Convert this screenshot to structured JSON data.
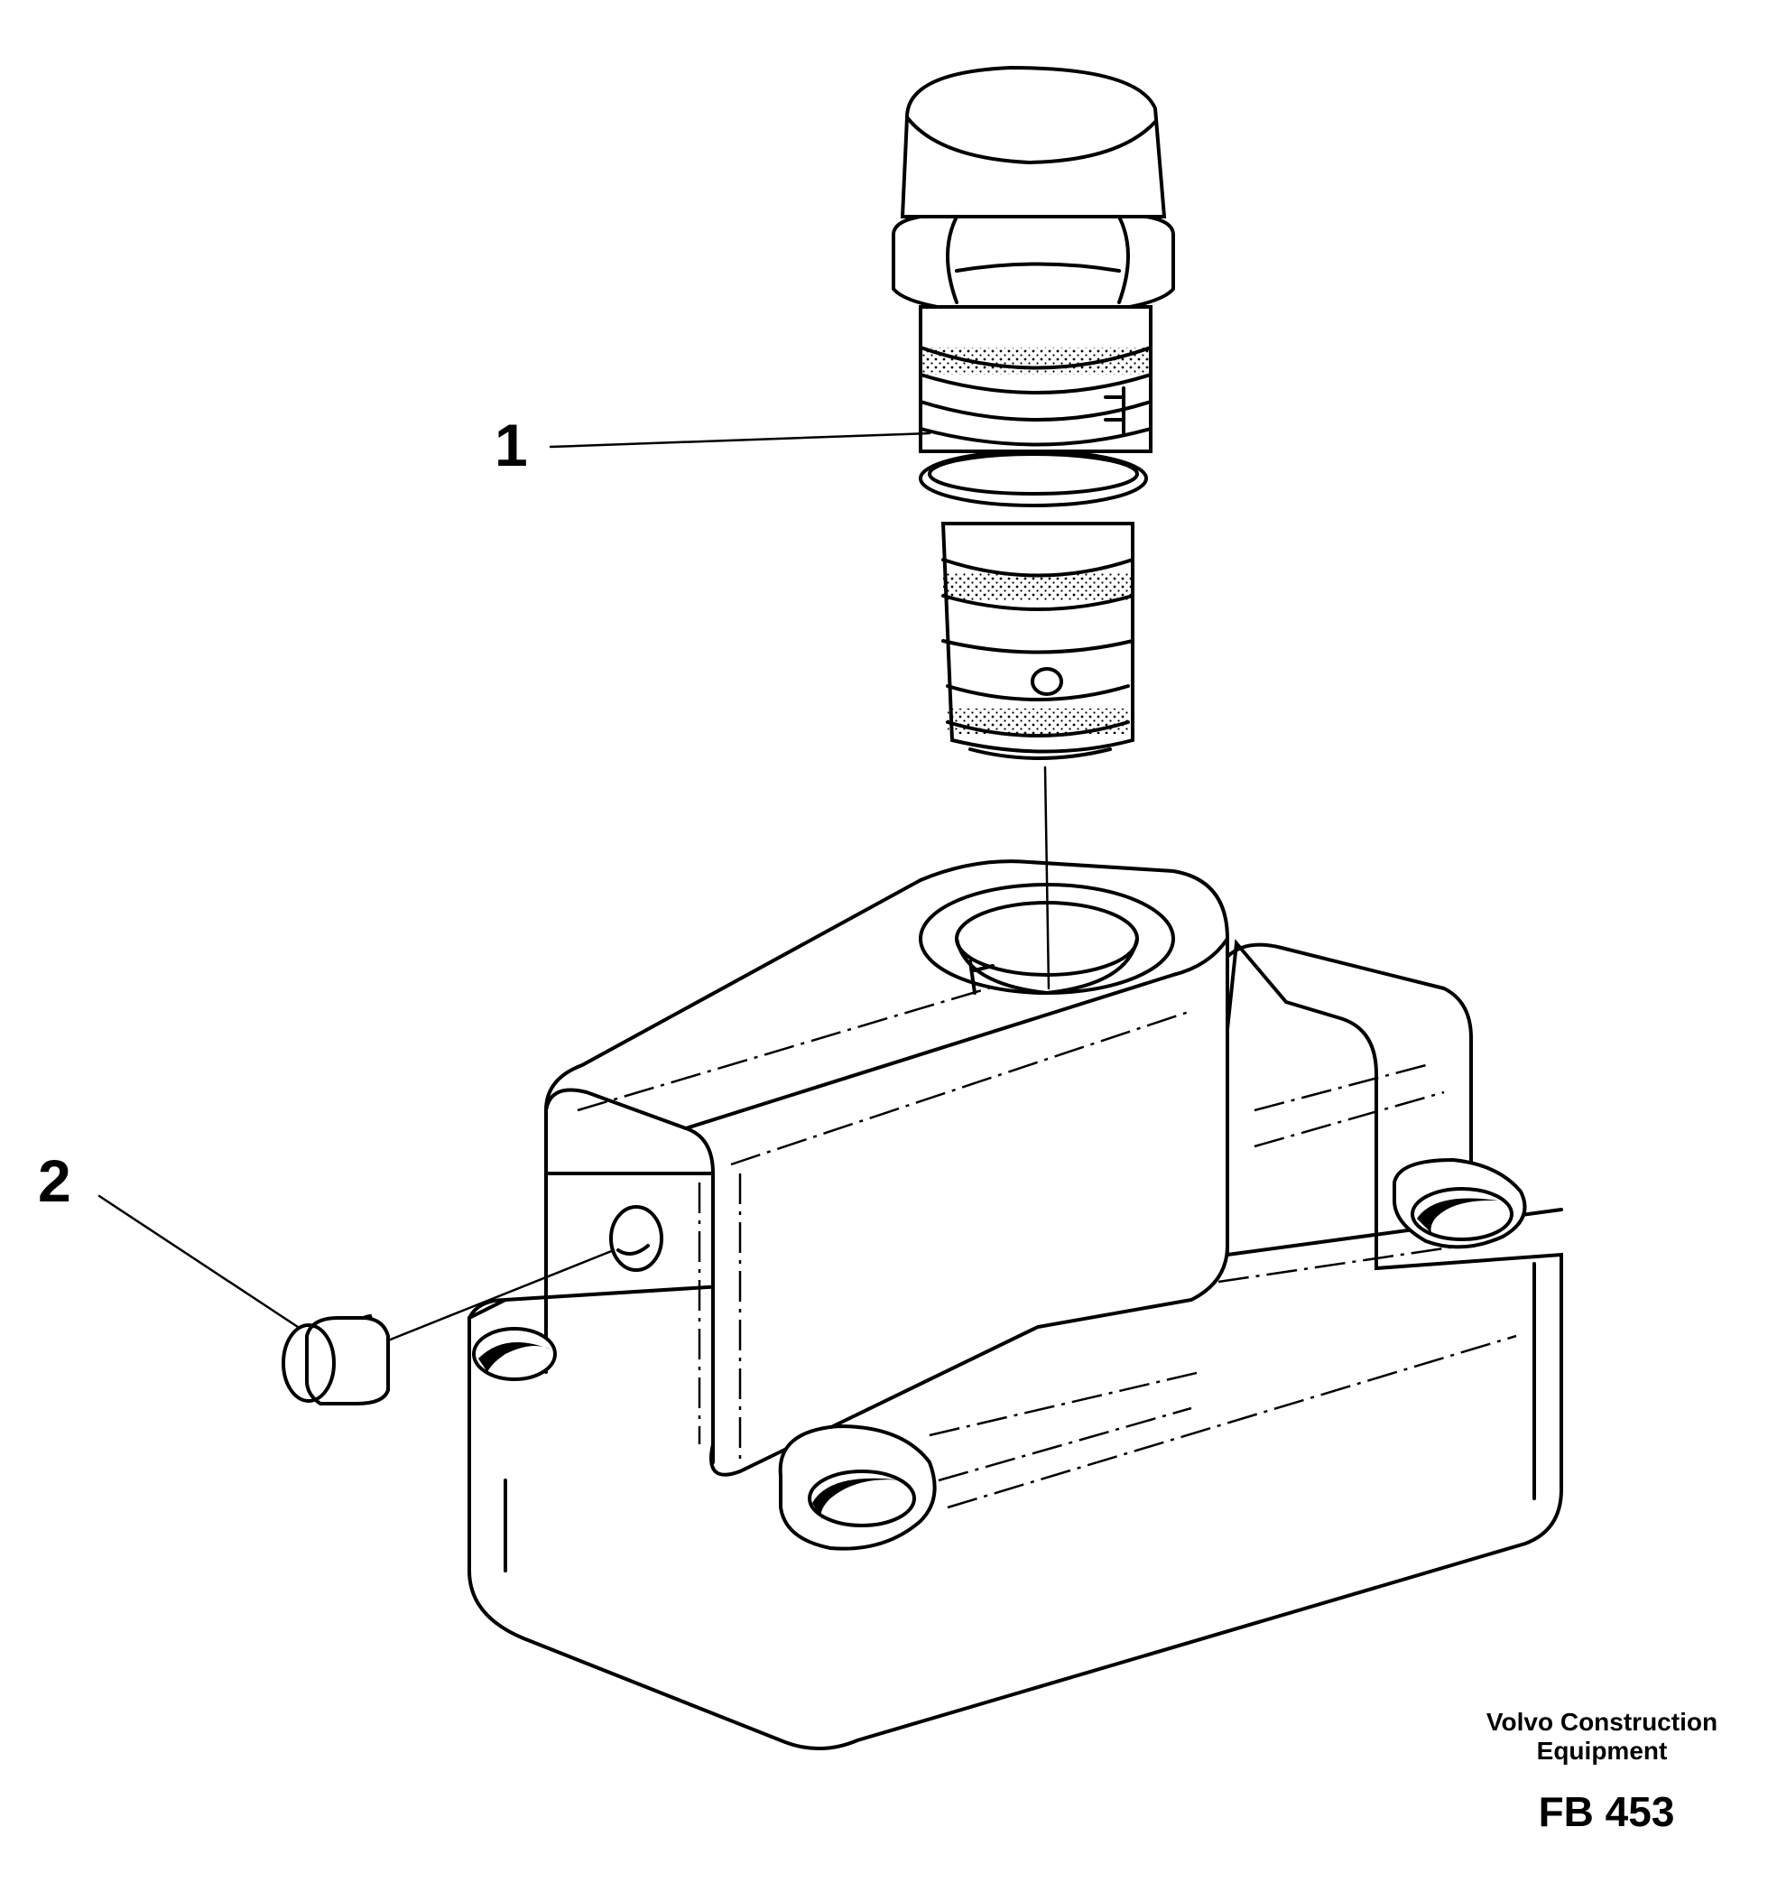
{
  "callouts": [
    {
      "id": "1",
      "label": "1"
    },
    {
      "id": "2",
      "label": "2"
    }
  ],
  "footer": {
    "brand_line1": "Volvo Construction",
    "brand_line2": "Equipment",
    "figure_code": "FB 453"
  }
}
